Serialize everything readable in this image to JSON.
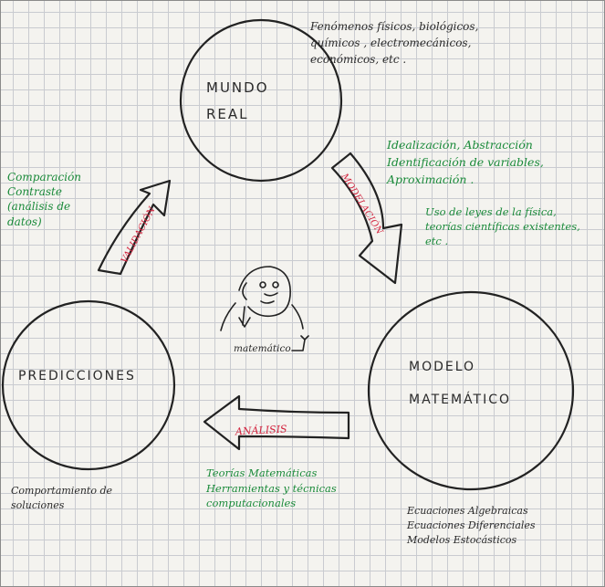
{
  "nodes": {
    "mundo_real": "MUNDO\nREAL",
    "modelo_matematico": "MODELO\nMATEMÁTICO",
    "predicciones": "PREDICCIONES"
  },
  "arrows": {
    "modelacion": "MODELACIÓN",
    "analisis": "ANÁLISIS",
    "validacion": "VALIDACIÓN"
  },
  "notes": {
    "mundo_real": "Fenómenos físicos, biológicos,\nquímicos , electromecánicos,\neconómicos, etc .",
    "modelacion": "Idealización, Abstracción\nIdentificación de variables,\nAproximación .",
    "modelacion_extra": "Uso de leyes de la física,\nteorías científicas existentes,\netc .",
    "validacion": "Comparación\nContraste\n(análisis de\ndatos)",
    "analisis": "Teorías Matemáticas\nHerramientas y técnicas\ncomputacionales",
    "modelo": "Ecuaciones Algebraicas\nEcuaciones Diferenciales\nModelos Estocásticos",
    "predicciones": "Comportamiento de\nsoluciones"
  },
  "center_label": "matemático",
  "colors": {
    "ink": "#2a2a2a",
    "green": "#1a8a3a",
    "red": "#d3243f"
  }
}
